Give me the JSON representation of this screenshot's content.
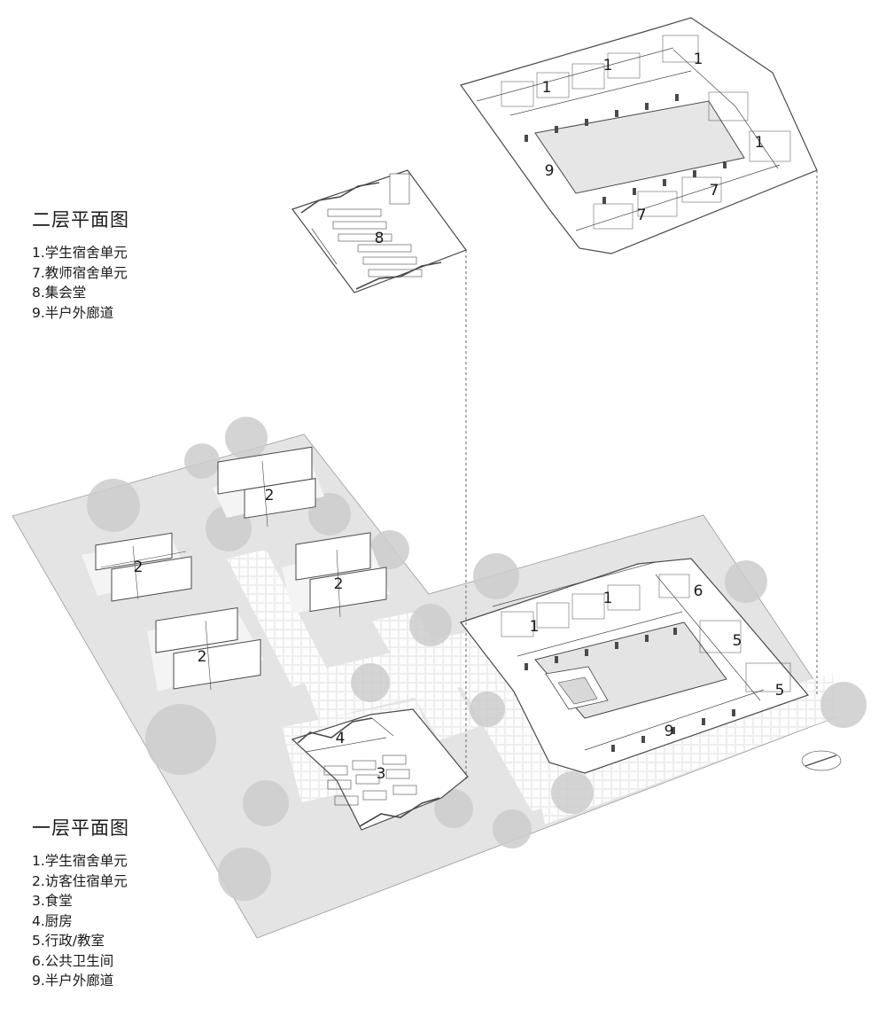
{
  "upper_legend": {
    "title": "二层平面图",
    "items": [
      "1.学生宿舍单元",
      "7.教师宿舍单元",
      "8.集会堂",
      "9.半户外廊道"
    ]
  },
  "lower_legend": {
    "title": "一层平面图",
    "items": [
      "1.学生宿舍单元",
      "2.访客住宿单元",
      "3.食堂",
      "4.厨房",
      "5.行政/教室",
      "6.公共卫生间",
      "9.半户外廊道"
    ]
  },
  "plan_labels": {
    "upper": {
      "hall": "8",
      "student_dorm": "1",
      "teacher_dorm": "7",
      "corridor": "9"
    },
    "lower": {
      "student_dorm": "1",
      "guest_unit": "2",
      "canteen": "3",
      "kitchen": "4",
      "admin": "5",
      "restroom": "6",
      "corridor": "9"
    }
  },
  "colors": {
    "site": "#e4e4e4",
    "site_edge": "#9a9a9a",
    "tree": "#cfcfcf",
    "paving": "#f1f1f1",
    "wall": "#4a4a4a",
    "building": "#ffffff"
  }
}
